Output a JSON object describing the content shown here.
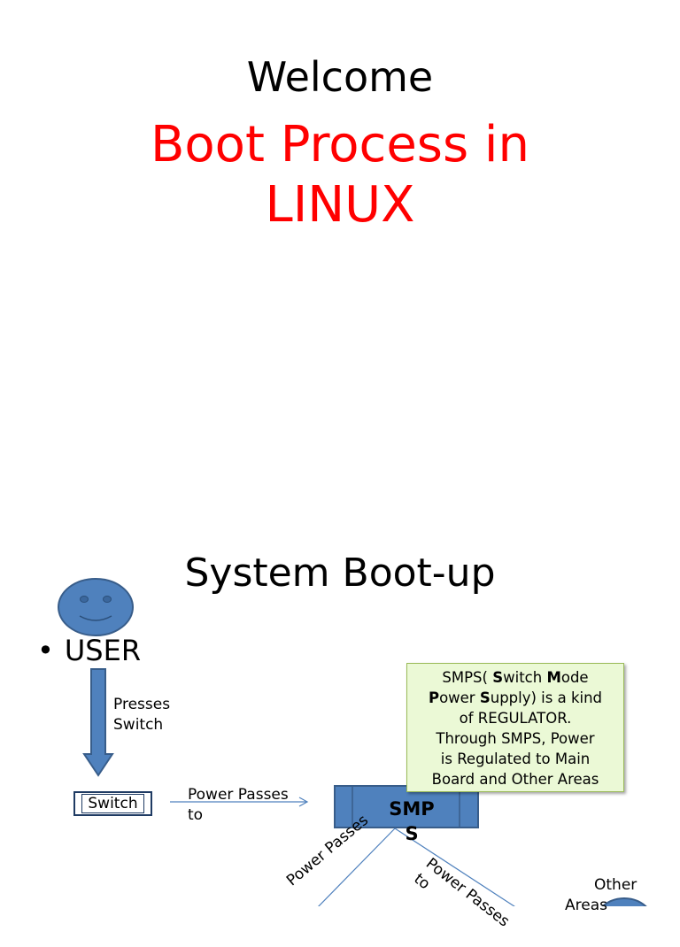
{
  "slide1": {
    "welcome": "Welcome",
    "title_line1": "Boot Process in",
    "title_line2": "LINUX"
  },
  "slide2": {
    "title": "System Boot-up",
    "bullet": "USER",
    "presses_line1": "Presses",
    "presses_line2": "Switch",
    "switch_label": "Switch",
    "power_passes_line1": "Power Passes",
    "power_passes_line2": "to",
    "note": {
      "p1": "SMPS( ",
      "s": "S",
      "p2": "witch ",
      "m": "M",
      "p3": "ode",
      "p": "P",
      "p4": "ower ",
      "s2": "S",
      "p5": "upply) is a kind",
      "line3": "of REGULATOR.",
      "line4": "Through SMPS,  Power",
      "line5": "is Regulated to  Main",
      "line6": "Board and Other Areas"
    },
    "smps_line1": "SMP",
    "smps_line2": "S",
    "diag_left": "Power Passes",
    "diag_right_line1": "Power Passes",
    "diag_right_line2": "to",
    "other_areas_line1": "Other",
    "other_areas_line2": "Areas"
  },
  "colors": {
    "title_red": "#ff0000",
    "shape_blue": "#4f81bd",
    "shape_stroke": "#385d8a",
    "note_bg": "#ebf9d6",
    "note_border": "#9bbb59"
  }
}
